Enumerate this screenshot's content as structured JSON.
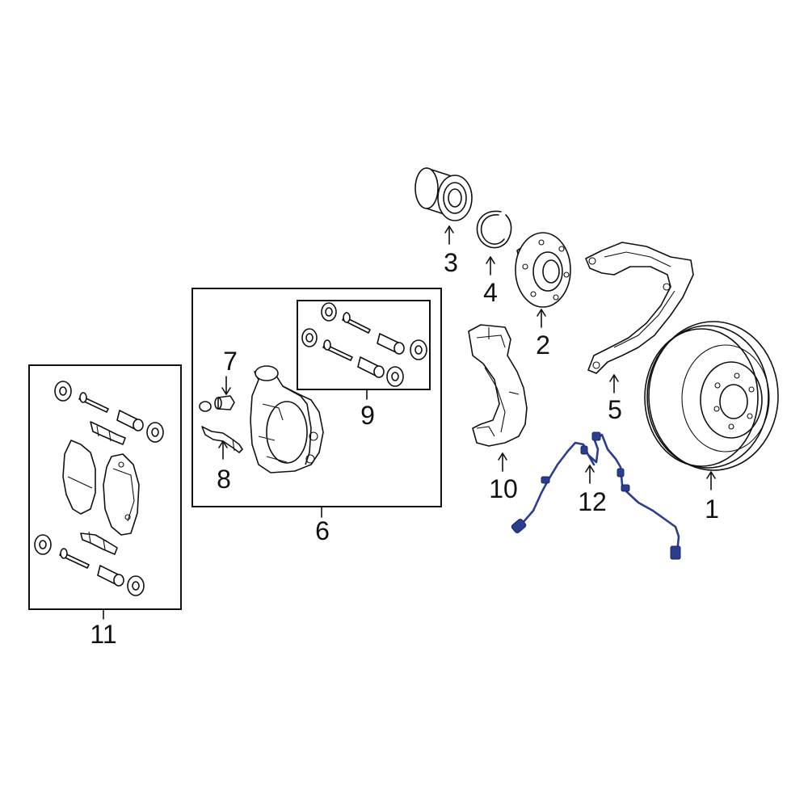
{
  "callouts": {
    "c1": "1",
    "c2": "2",
    "c3": "3",
    "c4": "4",
    "c5": "5",
    "c6": "6",
    "c7": "7",
    "c8": "8",
    "c9": "9",
    "c10": "10",
    "c11": "11",
    "c12": "12"
  },
  "colors": {
    "highlight_part": "#2a3d8f",
    "line": "#111111",
    "background": "#ffffff"
  }
}
